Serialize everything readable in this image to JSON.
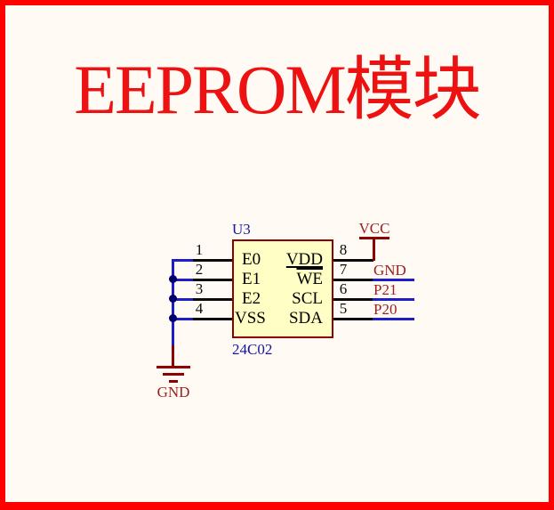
{
  "title": "EEPROM模块",
  "chip": {
    "designator": "U3",
    "part_number": "24C02",
    "left_pins": [
      {
        "number": "1",
        "name": "E0"
      },
      {
        "number": "2",
        "name": "E1"
      },
      {
        "number": "3",
        "name": "E2"
      },
      {
        "number": "4",
        "name": "VSS"
      }
    ],
    "right_pins": [
      {
        "number": "8",
        "name": "VDD"
      },
      {
        "number": "7",
        "name": "WE"
      },
      {
        "number": "6",
        "name": "SCL"
      },
      {
        "number": "5",
        "name": "SDA"
      }
    ]
  },
  "nets": {
    "vcc_label": "VCC",
    "ground_label": "GND",
    "right_net_labels": [
      "GND",
      "P21",
      "P20"
    ]
  },
  "colors": {
    "page_border": "#ff0000",
    "title_red": "#ee1111",
    "wire_blue": "#1e1ec8",
    "pin_black": "#0a0a0a",
    "junction_navy": "#00006a",
    "net_label_maroon": "#9b1f1f",
    "power_maroon": "#8b0000",
    "chip_fill": "#ffffc5",
    "chip_border": "#8b0000",
    "designator_blue": "#16169c"
  }
}
